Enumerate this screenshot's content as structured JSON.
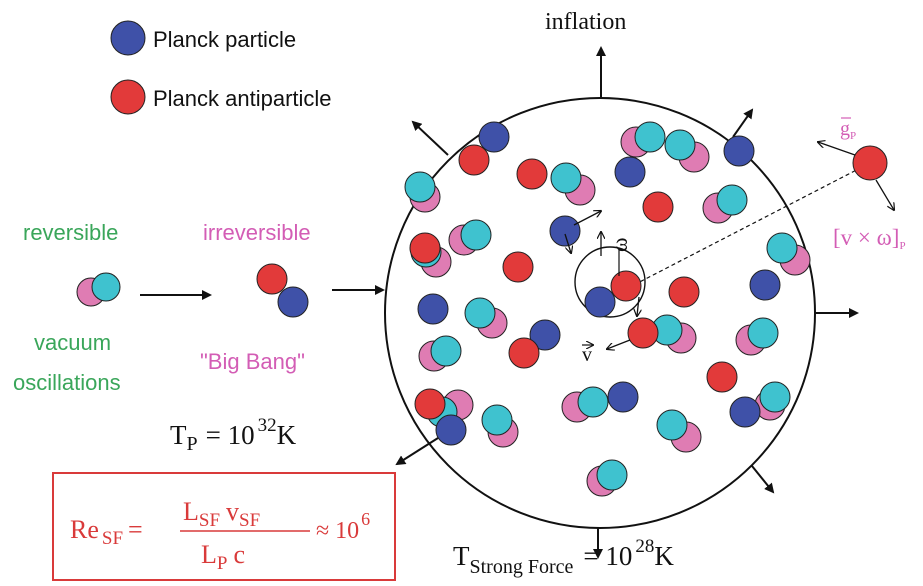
{
  "colors": {
    "particle": "#3f51a8",
    "antiparticle": "#e23a3a",
    "pink": "#df7cb3",
    "cyan": "#3fc2cf",
    "green": "#3aa65a",
    "magenta": "#d35db5",
    "red": "#d93a3a",
    "black": "#111111"
  },
  "legend": {
    "particle_label": "Planck particle",
    "antiparticle_label": "Planck antiparticle"
  },
  "labels": {
    "inflation": "inflation",
    "reversible": "reversible",
    "irreversible": "irreversible",
    "vacuum_1": "vacuum",
    "vacuum_2": "oscillations",
    "big_bang": "\"Big Bang\"",
    "omega": "ω",
    "v": "v",
    "g_main": "g",
    "g_sub": "P",
    "cross": "[v × ω]",
    "cross_sub": "P"
  },
  "planck_temp": {
    "T": "T",
    "sub": "P",
    "eq": "= 10",
    "exp": "32",
    "unit": "K"
  },
  "strong_temp": {
    "T": "T",
    "sub": "Strong Force",
    "eq": "= 10",
    "exp": "28",
    "unit": "K"
  },
  "reynolds": {
    "lhs": "Re",
    "lhs_sub": "SF",
    "eq": "=",
    "num_L": "L",
    "num_Lsub": "SF",
    "num_v": "v",
    "num_vsub": "SF",
    "den_L": "L",
    "den_Lsub": "P",
    "den_c": "c",
    "approx": "≈ 10",
    "exp": "6"
  }
}
